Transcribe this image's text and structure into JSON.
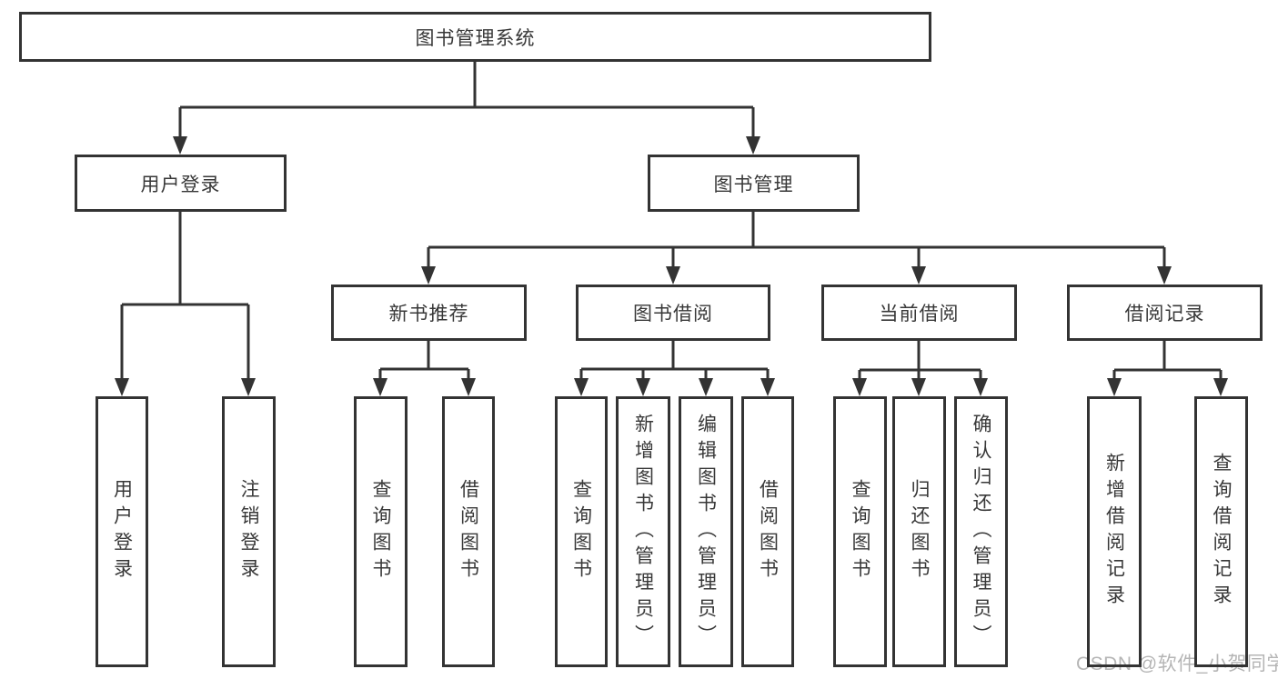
{
  "diagram_title": "图书管理系统",
  "colors": {
    "line": "#333333",
    "box_border": "#333333",
    "box_fill": "#ffffff",
    "text": "#383838",
    "watermark": "#b5b5b5"
  },
  "tree": {
    "root": {
      "label": "图书管理系统"
    },
    "branches": [
      {
        "label": "用户登录",
        "children": [
          {
            "label": "用户登录"
          },
          {
            "label": "注销登录"
          }
        ]
      },
      {
        "label": "图书管理",
        "children": [
          {
            "label": "新书推荐",
            "children": [
              {
                "label": "查询图书"
              },
              {
                "label": "借阅图书"
              }
            ]
          },
          {
            "label": "图书借阅",
            "children": [
              {
                "label": "查询图书"
              },
              {
                "label": "新增图书（管理员）"
              },
              {
                "label": "编辑图书（管理员）"
              },
              {
                "label": "借阅图书"
              }
            ]
          },
          {
            "label": "当前借阅",
            "children": [
              {
                "label": "查询图书"
              },
              {
                "label": "归还图书"
              },
              {
                "label": "确认归还（管理员）"
              }
            ]
          },
          {
            "label": "借阅记录",
            "children": [
              {
                "label": "新增借阅记录"
              },
              {
                "label": "查询借阅记录"
              }
            ]
          }
        ]
      }
    ]
  },
  "watermark": {
    "text": "CSDN @软件_小贺同学"
  }
}
